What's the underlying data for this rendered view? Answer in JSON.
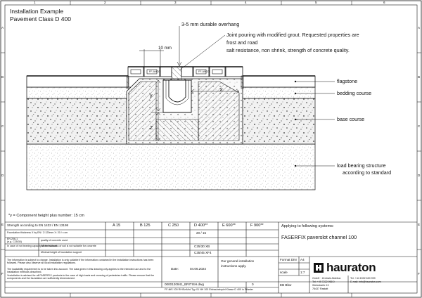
{
  "frame": {
    "col_marks": [
      "1",
      "2",
      "3",
      "4",
      "5",
      "6"
    ],
    "row_marks": [
      "A",
      "B",
      "C",
      "D",
      "E",
      "F"
    ]
  },
  "title": {
    "line1": "Installation Example",
    "line2": "Pavement Class D 400"
  },
  "annotations": {
    "overhang": "3-5 mm durable overhang",
    "width_10": "10 mm",
    "grout_line1": "Joint pouring with modified grout. Requested properties are",
    "grout_line2": "frost and road",
    "grout_line3": "salt resistance, non shrink, strength of concrete quality.",
    "dim_y": "y",
    "dim_x": "X",
    "dim_z": "Z",
    "grate_left": "FF-ANCO",
    "grate_right": "FF-ANCO"
  },
  "callouts": {
    "flagstone": "flagstone",
    "bedding": "bedding course",
    "base": "base course",
    "load1": "load bearing structure",
    "load2": "according to standard"
  },
  "note": "*y = Component height plus number: 15 cm",
  "table": {
    "row1_label": "Strength according to EN 1433 / EN 13198",
    "classes": [
      "A 15",
      "B 125",
      "C 250",
      "D 400**",
      "E 600**",
      "F 900**"
    ],
    "row2_label": "Foundation thickness X by EN / Z:120mm X: 20 / x cm",
    "row2_value": "20 / 15",
    "row3_label_a": "EN 206-1",
    "row3_label_b": "(e.g. C25/30)",
    "row3_desc": "quality of concrete used",
    "row4_label": "In case of not bearing capacity of the subsoil",
    "row4_desc": "When thickness of soil is not suitable for concrete",
    "row4_value": "C25/30 XB",
    "row5_desc": "Minimal height of foundation support",
    "row5_value": "C35/45 XF4",
    "applying": "Applying to following systems:",
    "system": "FASERFIX paverslot channel  100",
    "para1": "The information is subject to change. Installation is only suitable if the information contained in the installation instructions has been followed. Please also observe all local installation regulations.",
    "para2": "The loadability requirement is to be taken into account. The data given in this drawing only applies to the intended use and to the installation methods described.",
    "para3": "*Installation is advised for all FASERFIX products in the case of high loads and crossing of pedestrian traffic. Please ensure that the components and the foundation are sufficiently dimensioned.",
    "date_label": "Date:",
    "date_value": "04.06.2024",
    "general_1": "Our general installation",
    "general_2": "instructions apply.",
    "file": "0000120941_BRITISH.dwg",
    "index": "0",
    "format_label": "Format DIN",
    "format_value": "A4",
    "scale_label": "scale",
    "scale_value": "1:7",
    "sheet_label": "EB Bbw",
    "drawing_name": "FF-tiltS 100 R/HSzA/bd Typ 01 NH 100 Einbaubeispiel Klasse D 400 in Pflaster",
    "company_logo": "hauraton",
    "company_address_1": "GmbH · Zentrale Abteilun",
    "company_address_2": "Tel: +49 7222 958 0",
    "company_address_3": "Werkstraße 13",
    "company_address_4": "76437 Rastatt",
    "company_phone": "Tel. +44 1592 630 999",
    "company_email": "E-mail: info@hauraton.com"
  },
  "colors": {
    "line": "#111111",
    "gravel_fill": "#e9e9e9",
    "channel_fill": "#ffffff"
  }
}
